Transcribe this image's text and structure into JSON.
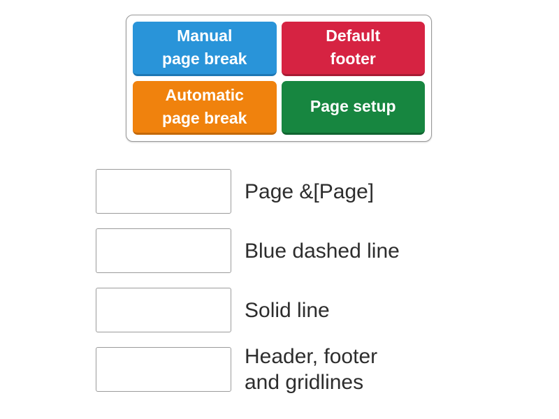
{
  "key_card": {
    "tiles": [
      {
        "label": "Manual page break",
        "lines": [
          "Manual",
          "page break"
        ],
        "color": "#2994d9",
        "edge_color": "#1d77b4"
      },
      {
        "label": "Default footer",
        "lines": [
          "Default",
          "footer"
        ],
        "color": "#d62342",
        "edge_color": "#a81b34"
      },
      {
        "label": "Automatic page break",
        "lines": [
          "Automatic",
          "page break"
        ],
        "color": "#f0820d",
        "edge_color": "#c4690a"
      },
      {
        "label": "Page setup",
        "lines": [
          "Page setup"
        ],
        "color": "#178640",
        "edge_color": "#106531"
      }
    ]
  },
  "match_rows": [
    {
      "label": "Page &[Page]",
      "lines": [
        "Page &[Page]"
      ]
    },
    {
      "label": "Blue dashed line",
      "lines": [
        "Blue dashed line"
      ]
    },
    {
      "label": "Solid line",
      "lines": [
        "Solid line"
      ]
    },
    {
      "label": "Header, footer and gridlines",
      "lines": [
        "Header, footer",
        "and gridlines"
      ]
    }
  ],
  "colors": {
    "page_background": "#ffffff",
    "card_border": "#999999",
    "box_border": "#9b9b9b",
    "tile_text": "#ffffff",
    "label_text": "#2d2d2d"
  }
}
